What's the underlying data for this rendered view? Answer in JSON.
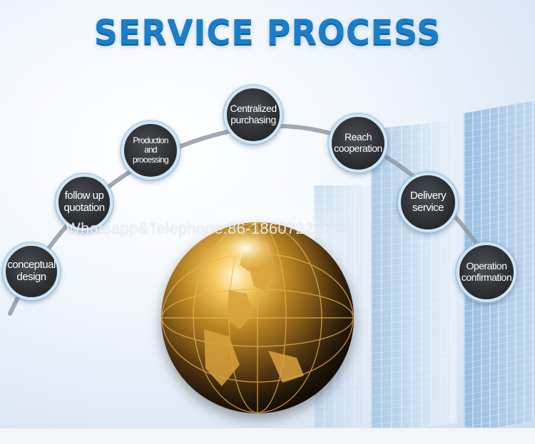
{
  "title": "SERVICE PROCESS",
  "steps": [
    {
      "label": "conceptual design"
    },
    {
      "label": "follow up quotation"
    },
    {
      "label": "Production and processing"
    },
    {
      "label": "Centralized purchasing"
    },
    {
      "label": "Reach cooperation"
    },
    {
      "label": "Delivery service"
    },
    {
      "label": "Operation confirmation"
    }
  ],
  "watermark": "Whatsapp&Telephone:86-18607222773",
  "colors": {
    "title": "#1a7fc9",
    "node_fill": "#2c2e32",
    "node_border": "#cfe6f6",
    "globe_gold": "#b78322"
  }
}
